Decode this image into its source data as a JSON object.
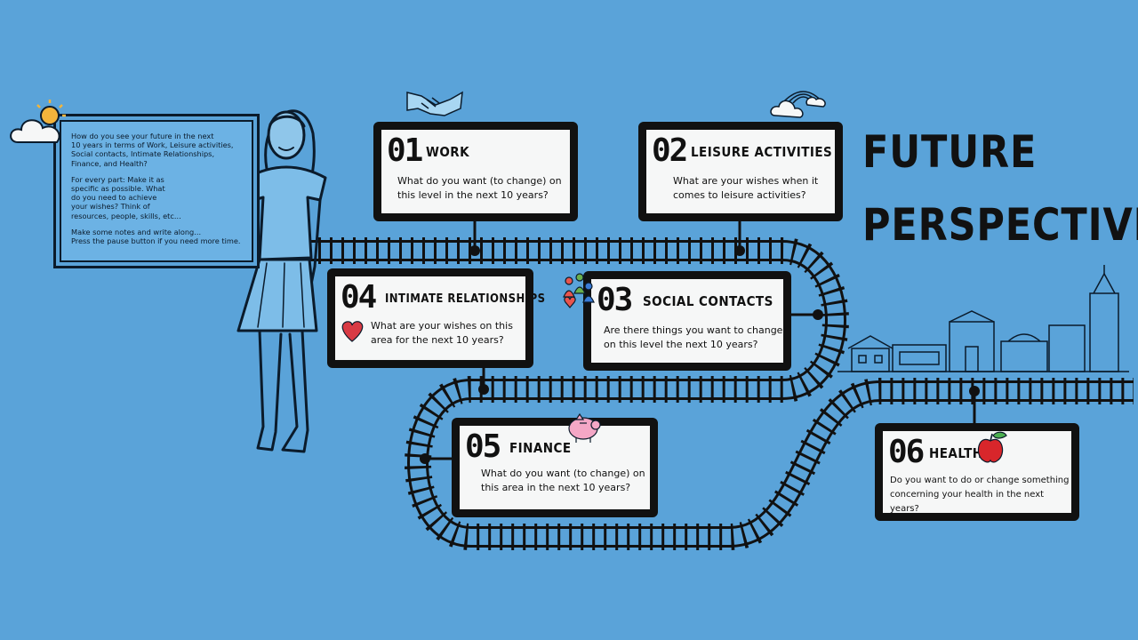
{
  "colors": {
    "background": "#5aa3d9",
    "ink": "#111111",
    "card": "#f6f7f7",
    "heart": "#d83a44",
    "apple": "#d8262b",
    "piggy": "#f4a7c6"
  },
  "title": {
    "line1": "FUTURE",
    "line2": "PERSPECTIVE"
  },
  "whiteboard": {
    "paragraph1": "How do you see your future in the next\n10 years in terms of Work, Leisure activities,\nSocial contacts, Intimate Relationships,\nFinance, and Health?",
    "paragraph2": "For every part: Make it as\nspecific as possible. What\ndo you need to achieve\nyour wishes? Think of\nresources, people, skills, etc...",
    "paragraph3": "Make some notes and write along...\nPress the pause button if you need more time."
  },
  "cards": [
    {
      "number": "01",
      "title": "WORK",
      "question": "What do you want (to change) on\nthis level in the next 10 years?",
      "icon": "handshake-icon"
    },
    {
      "number": "02",
      "title": "LEISURE ACTIVITIES",
      "question": "What are your wishes when it\ncomes to leisure activities?",
      "icon": "rainbow-cloud-icon"
    },
    {
      "number": "03",
      "title": "SOCIAL CONTACTS",
      "question": "Are there things you want to change\non this level the next 10 years?",
      "icon": "people-icon"
    },
    {
      "number": "04",
      "title": "INTIMATE RELATIONSHIPS",
      "question": "What are your wishes on this\narea for the next 10 years?",
      "icon": "heart-icon"
    },
    {
      "number": "05",
      "title": "FINANCE",
      "question": "What do you want (to change) on\nthis area in the next 10 years?",
      "icon": "piggy-bank-icon"
    },
    {
      "number": "06",
      "title": "HEALTH",
      "question": "Do you want to do or change something\nconcerning your health in the next years?",
      "icon": "apple-icon"
    }
  ]
}
